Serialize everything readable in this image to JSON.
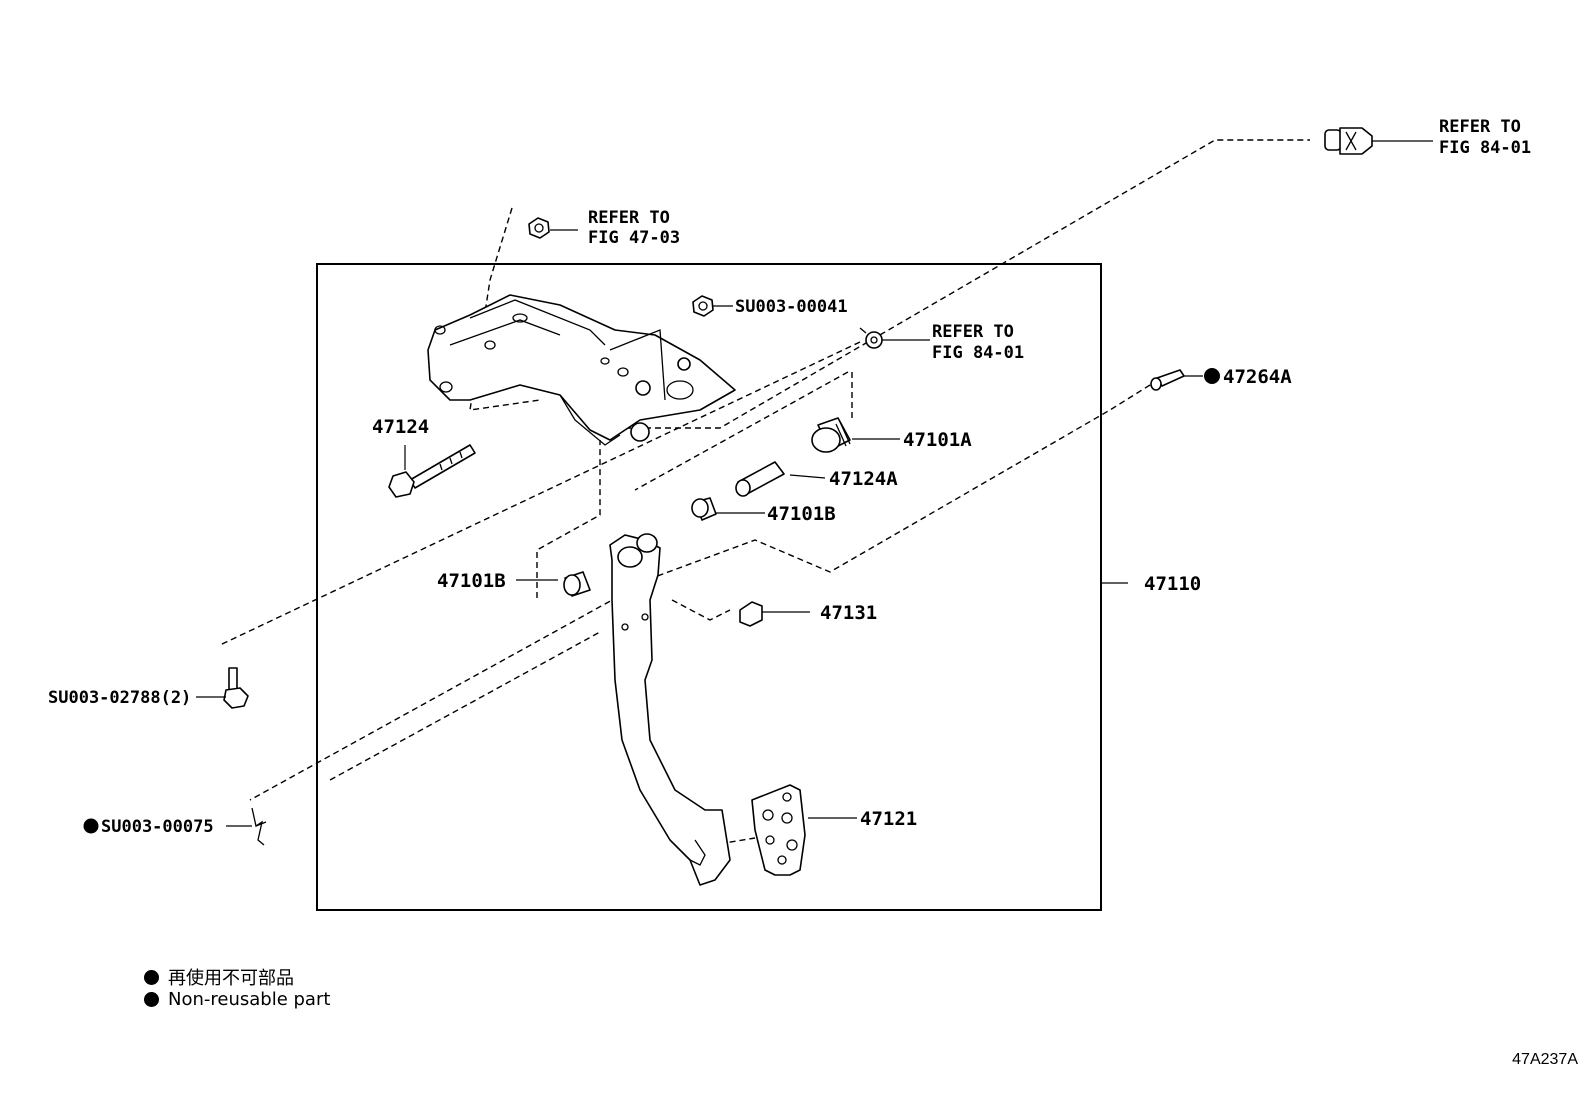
{
  "labels": {
    "bolt_47124": "47124",
    "stopper_47101A": "47101A",
    "collar_47124A": "47124A",
    "bushing_47101B_right": "47101B",
    "bushing_47101B_left": "47101B",
    "cushion_47131": "47131",
    "assembly_47110": "47110",
    "pad_47121": "47121",
    "clip_47264A": "47264A",
    "nut_SU003_00041": "SU003-00041",
    "bolt_SU003_02788": "SU003-02788(2)",
    "pin_SU003_00075": "SU003-00075"
  },
  "refs": {
    "fig_47_03": {
      "line1": "REFER TO",
      "line2": "FIG 47-03"
    },
    "fig_84_01_top": {
      "line1": "REFER TO",
      "line2": "FIG 84-01"
    },
    "fig_84_01_mid": {
      "line1": "REFER TO",
      "line2": "FIG 84-01"
    }
  },
  "legend": {
    "japanese": "再使用不可部品",
    "english": "Non-reusable part"
  },
  "drawing_code": "47A237A"
}
